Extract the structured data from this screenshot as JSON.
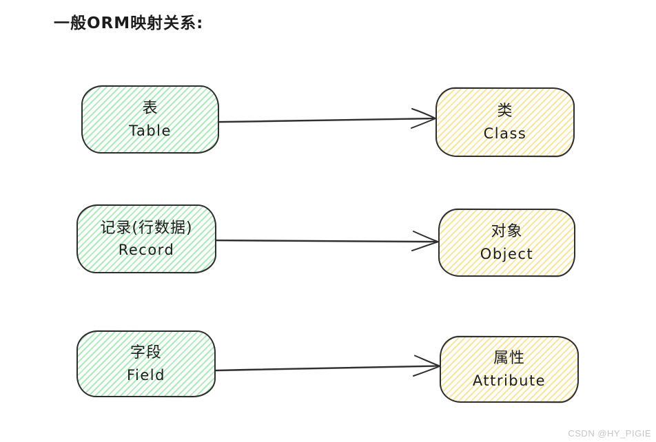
{
  "title": "一般ORM映射关系:",
  "watermark": "CSDN @HY_PIGIE",
  "colors": {
    "green_fill": "#aee9ba",
    "yellow_fill": "#f8e6a0",
    "stroke": "#2f2f2f",
    "text": "#1c1c1c",
    "watermark_color": "#c5c5c5",
    "background": "#ffffff"
  },
  "rows": [
    {
      "source": {
        "zh": "表",
        "en": "Table"
      },
      "target": {
        "zh": "类",
        "en": "Class"
      }
    },
    {
      "source": {
        "zh": "记录(行数据)",
        "en": "Record"
      },
      "target": {
        "zh": "对象",
        "en": "Object"
      }
    },
    {
      "source": {
        "zh": "字段",
        "en": "Field"
      },
      "target": {
        "zh": "属性",
        "en": "Attribute"
      }
    }
  ]
}
